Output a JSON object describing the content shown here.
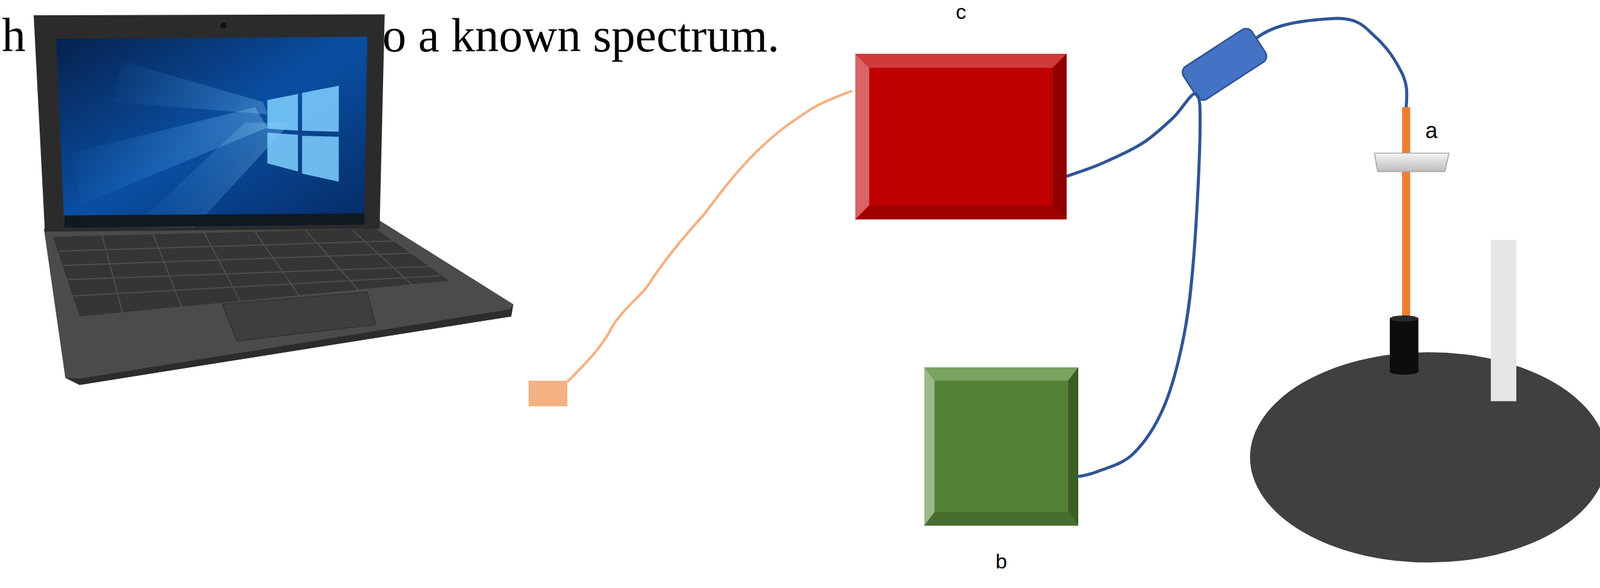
{
  "diagram": {
    "nodes": [
      {
        "text": [
          "c"
        ]
      },
      {
        "text": [
          "b"
        ]
      }
    ],
    "edges": [
      {
        "from": 0,
        "to": 1,
        "arrow": "none"
      }
    ],
    "labels": [
      "h",
      "o a known spectrum.",
      "a"
    ]
  }
}
